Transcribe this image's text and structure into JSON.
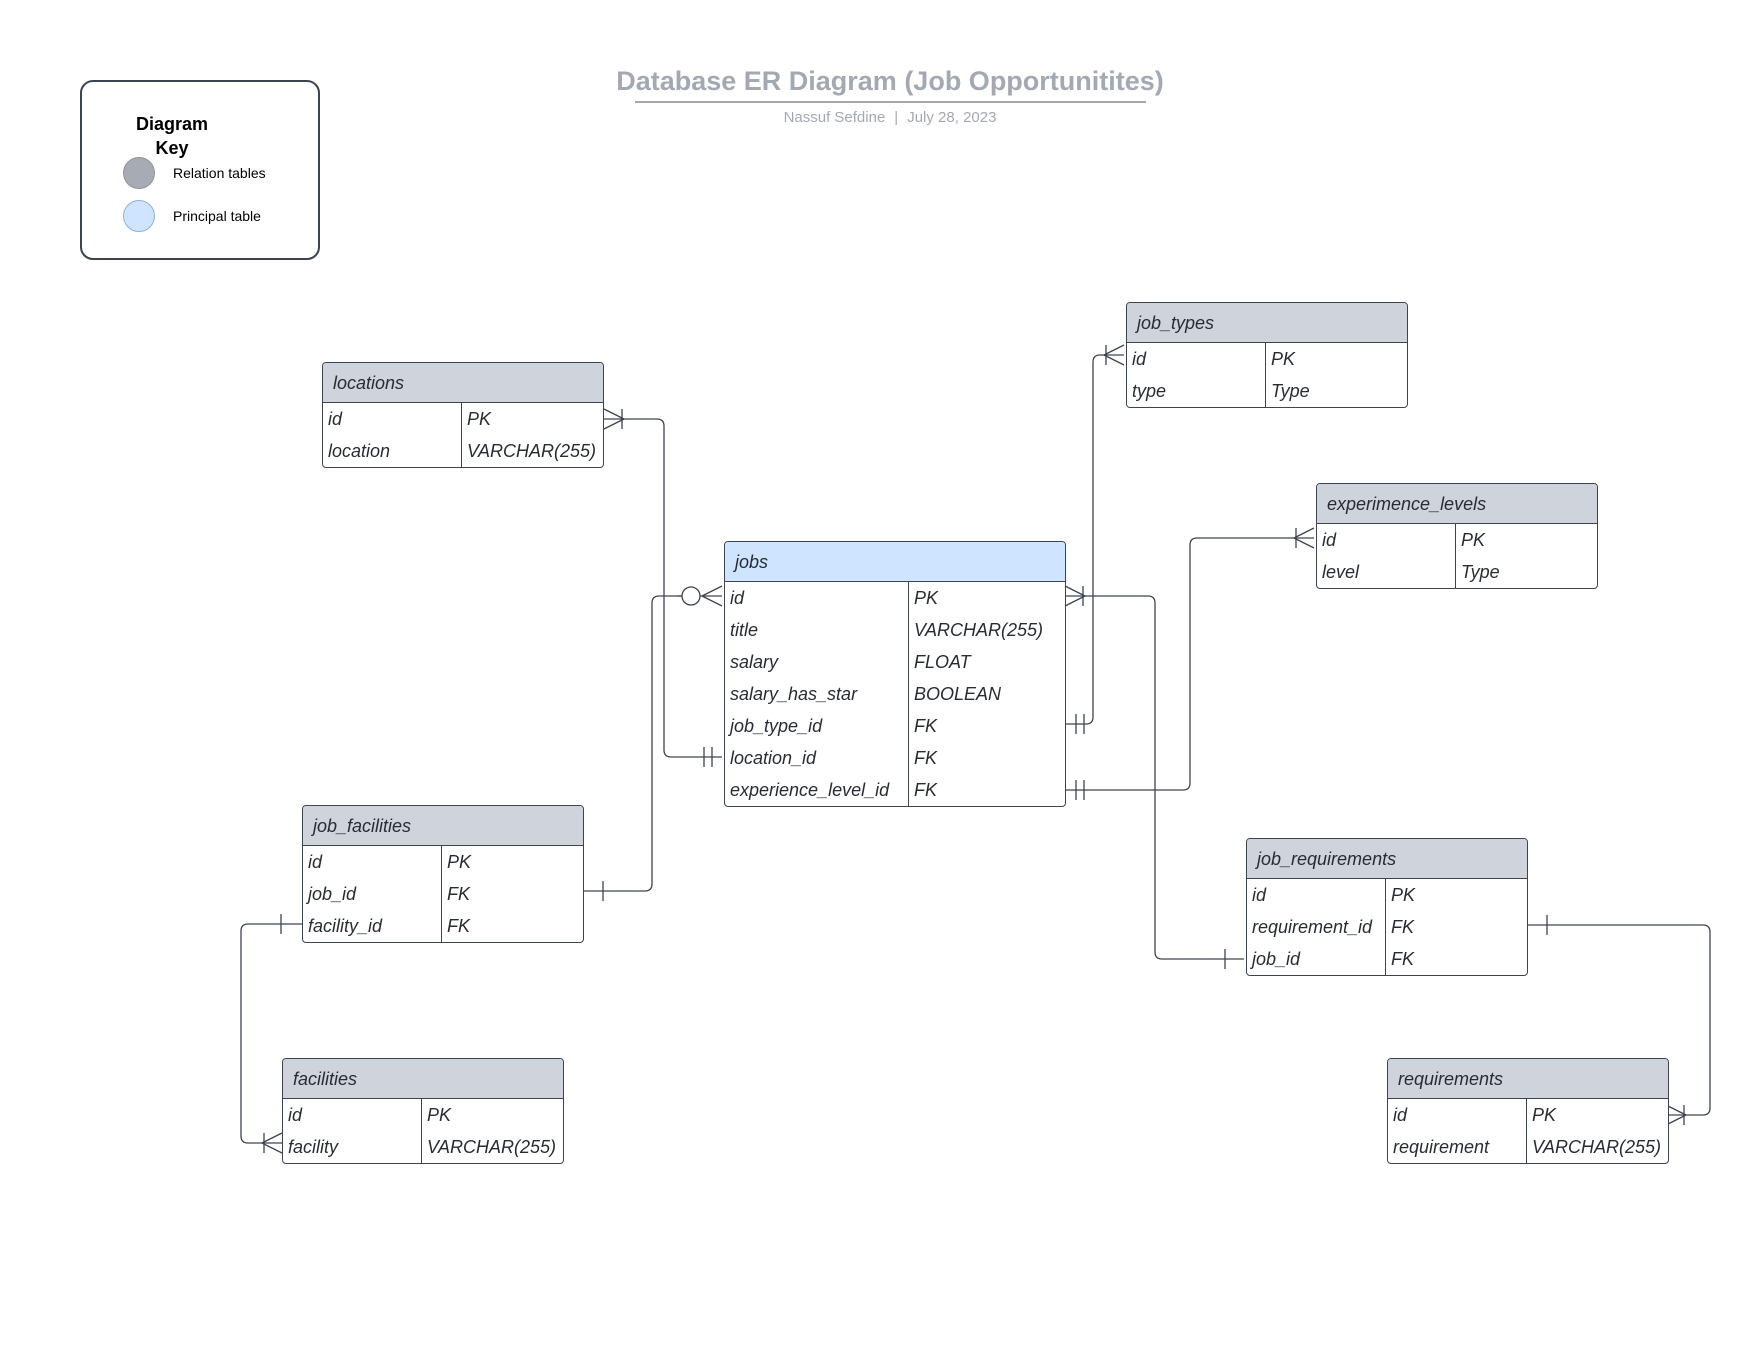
{
  "header": {
    "title": "Database ER Diagram (Job Opportunitites)",
    "author": "Nassuf Sefdine",
    "separator": "|",
    "date": "July 28, 2023"
  },
  "legend": {
    "title": "Diagram Key",
    "items": [
      {
        "label": "Relation tables",
        "color": "#a7abb4"
      },
      {
        "label": "Principal table",
        "color": "#cfe4ff"
      }
    ]
  },
  "colors": {
    "relation_header": "#ced3dc",
    "principal_header": "#cfe4ff",
    "border": "#3d4451",
    "title": "#a3a9b3"
  },
  "entities": {
    "locations": {
      "name": "locations",
      "kind": "relation",
      "rows": [
        [
          "id",
          "PK"
        ],
        [
          "location",
          "VARCHAR(255)"
        ]
      ]
    },
    "job_types": {
      "name": "job_types",
      "kind": "relation",
      "rows": [
        [
          "id",
          "PK"
        ],
        [
          "type",
          "Type"
        ]
      ]
    },
    "experimence_levels": {
      "name": "experimence_levels",
      "kind": "relation",
      "rows": [
        [
          "id",
          "PK"
        ],
        [
          "level",
          "Type"
        ]
      ]
    },
    "jobs": {
      "name": "jobs",
      "kind": "principal",
      "rows": [
        [
          "id",
          "PK"
        ],
        [
          "title",
          "VARCHAR(255)"
        ],
        [
          "salary",
          "FLOAT"
        ],
        [
          "salary_has_star",
          "BOOLEAN"
        ],
        [
          "job_type_id",
          "FK"
        ],
        [
          "location_id",
          "FK"
        ],
        [
          "experience_level_id",
          "FK"
        ]
      ]
    },
    "job_facilities": {
      "name": "job_facilities",
      "kind": "relation",
      "rows": [
        [
          "id",
          "PK"
        ],
        [
          "job_id",
          "FK"
        ],
        [
          "facility_id",
          "FK"
        ]
      ]
    },
    "job_requirements": {
      "name": "job_requirements",
      "kind": "relation",
      "rows": [
        [
          "id",
          "PK"
        ],
        [
          "requirement_id",
          "FK"
        ],
        [
          "job_id",
          "FK"
        ]
      ]
    },
    "facilities": {
      "name": "facilities",
      "kind": "relation",
      "rows": [
        [
          "id",
          "PK"
        ],
        [
          "facility",
          "VARCHAR(255)"
        ]
      ]
    },
    "requirements": {
      "name": "requirements",
      "kind": "relation",
      "rows": [
        [
          "id",
          "PK"
        ],
        [
          "requirement",
          "VARCHAR(255)"
        ]
      ]
    }
  },
  "relationships": [
    {
      "from": "jobs.location_id",
      "to": "locations.id",
      "from_card": "one-and-only-one",
      "to_card": "one-or-many"
    },
    {
      "from": "jobs.job_type_id",
      "to": "job_types.id",
      "from_card": "one-and-only-one",
      "to_card": "one-or-many"
    },
    {
      "from": "jobs.experience_level_id",
      "to": "experimence_levels.id",
      "from_card": "one-and-only-one",
      "to_card": "one-or-many"
    },
    {
      "from": "jobs.id",
      "to": "job_facilities.job_id",
      "from_card": "zero-or-many",
      "to_card": "one"
    },
    {
      "from": "jobs.id",
      "to": "job_requirements.job_id",
      "from_card": "one-or-many",
      "to_card": "one"
    },
    {
      "from": "job_facilities.facility_id",
      "to": "facilities.facility",
      "from_card": "one",
      "to_card": "one-or-many"
    },
    {
      "from": "job_requirements.requirement_id",
      "to": "requirements.id",
      "from_card": "one",
      "to_card": "one-or-many"
    }
  ]
}
